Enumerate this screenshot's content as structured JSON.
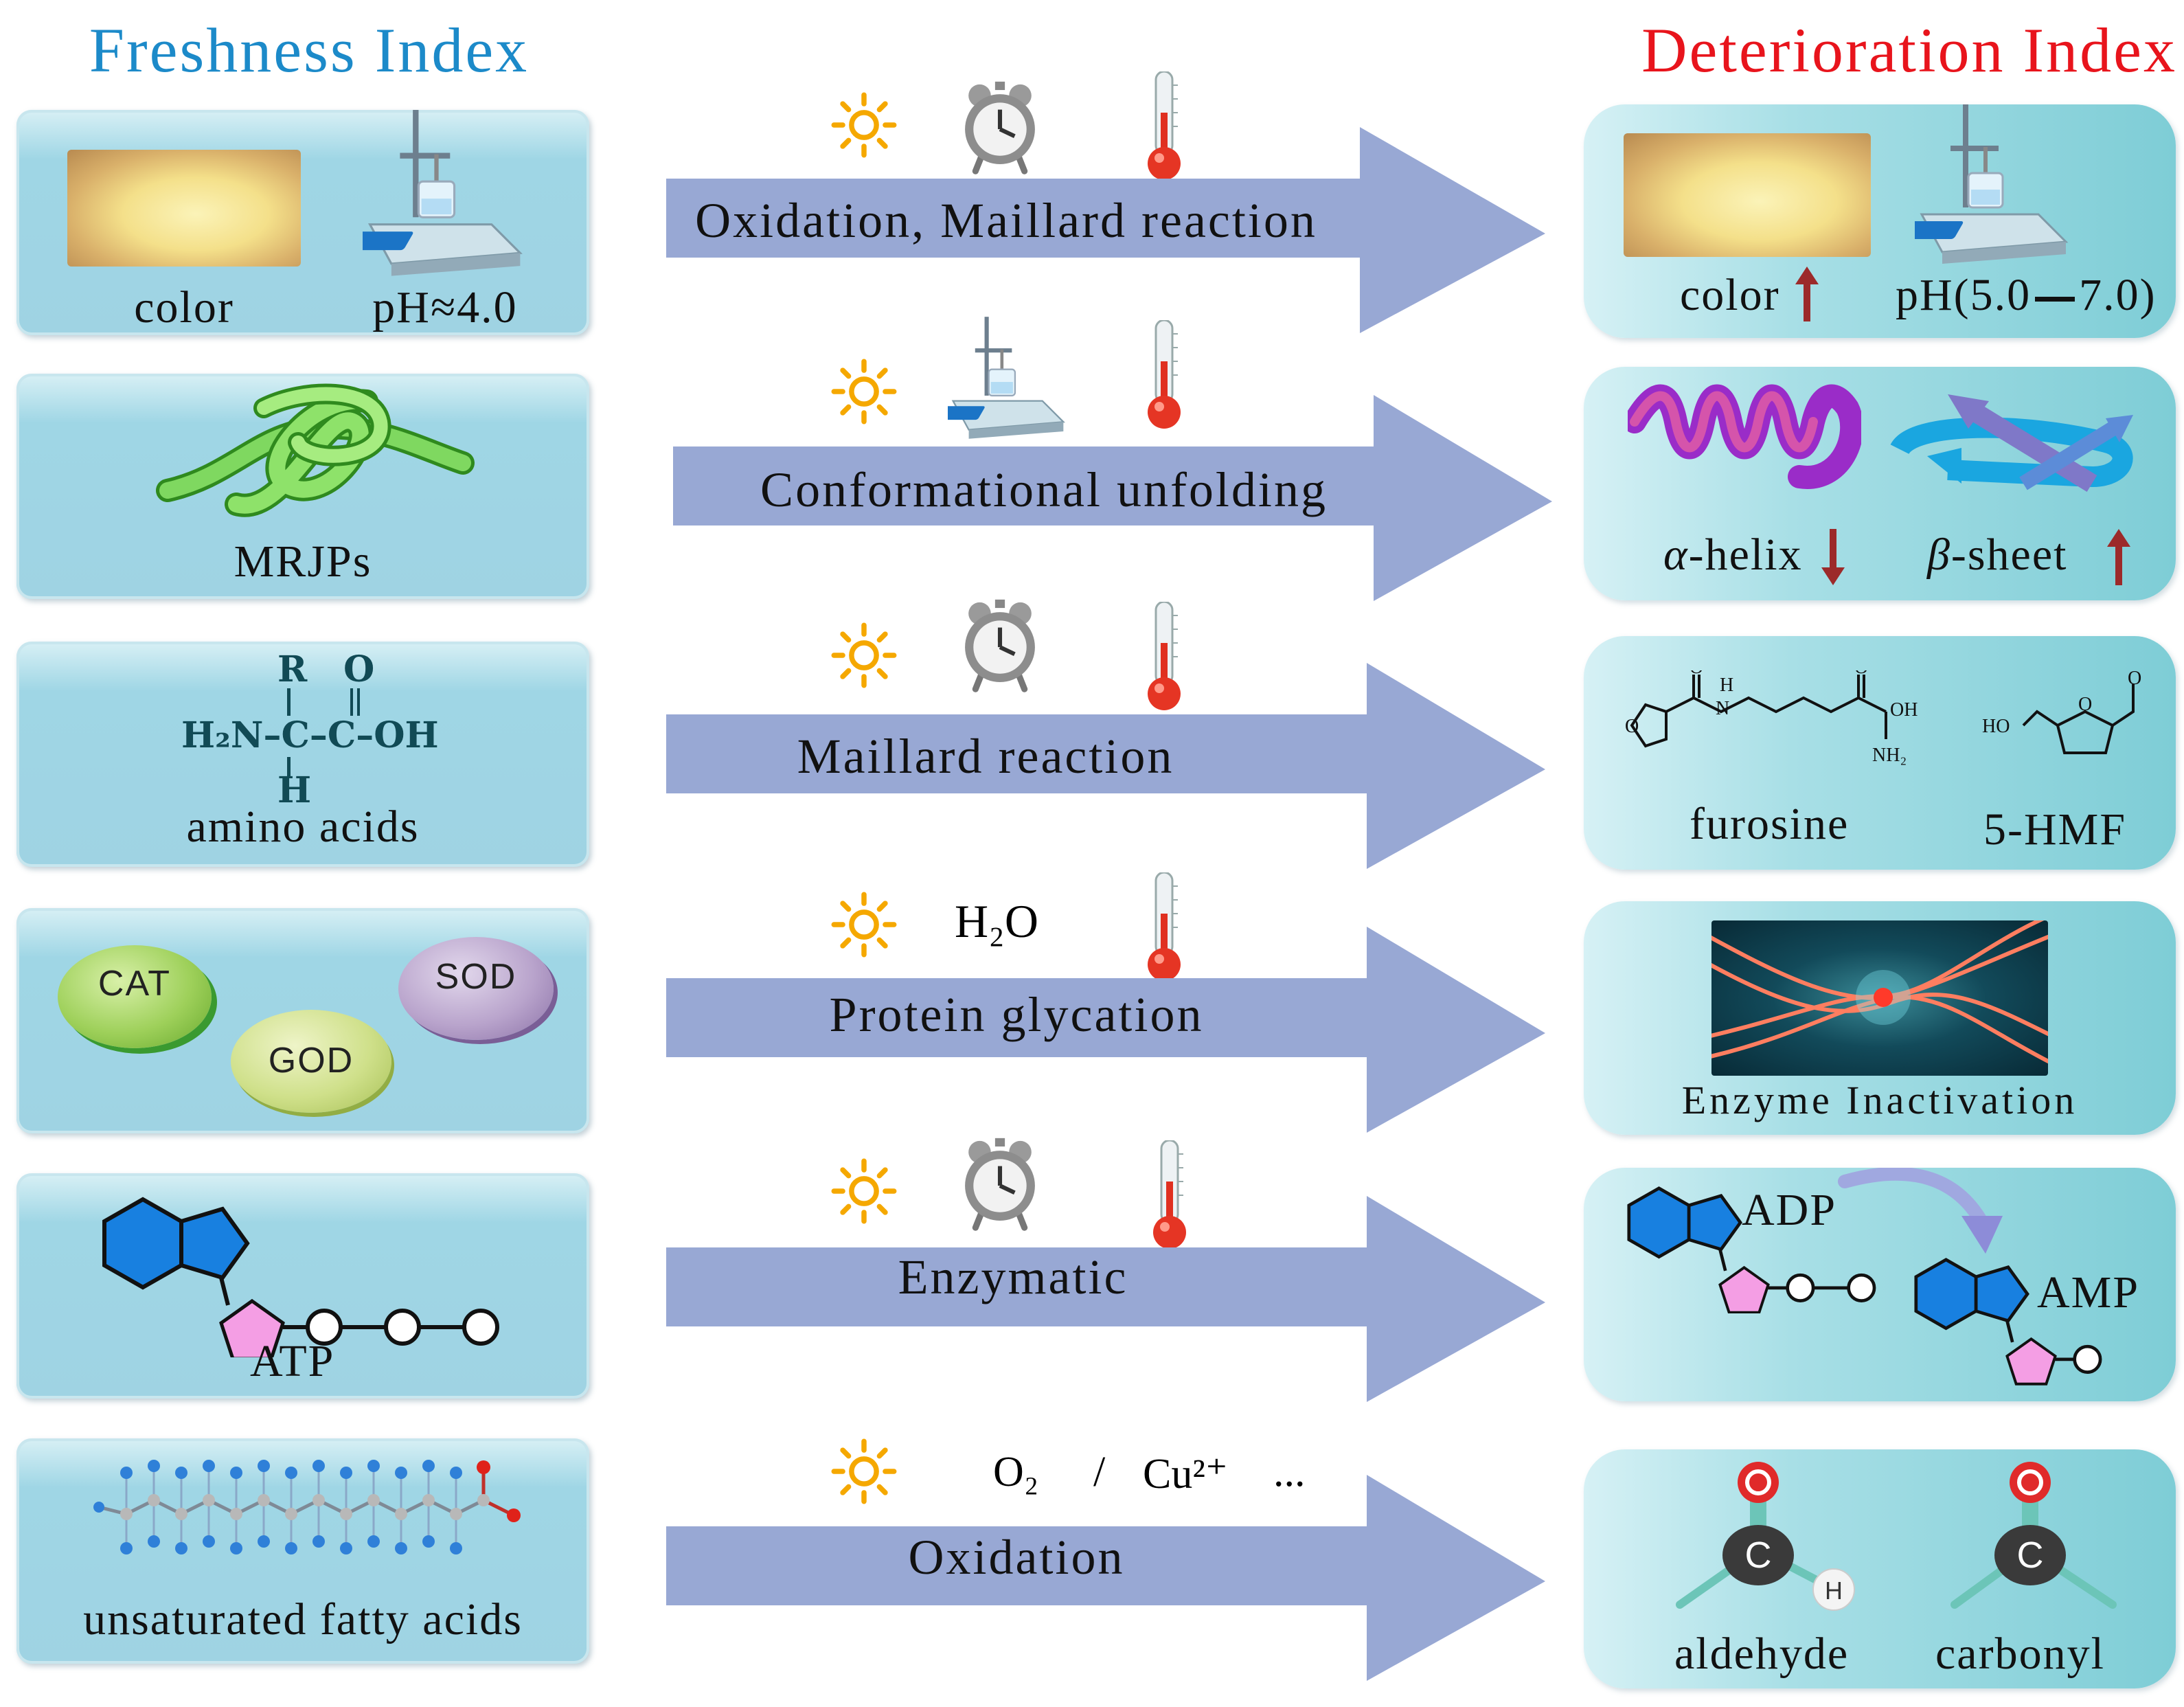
{
  "left_header": "Freshness Index",
  "right_header": "Deterioration Index",
  "colors": {
    "left_header": "#1c8ac9",
    "right_header": "#e8141c",
    "arrow": "#98a8d4"
  },
  "rows": [
    {
      "freshness": {
        "items": [
          "color",
          "pH≈4.0"
        ],
        "icons": [
          "royal-jelly-photo",
          "ph-meter-icon"
        ]
      },
      "conditions": [
        "sun-icon",
        "alarm-clock-icon",
        "thermometer-icon"
      ],
      "process": "Oxidation, Maillard reaction",
      "deterioration": {
        "items": [
          "color",
          "pH(5.0",
          "7.0)"
        ],
        "trends": [
          "up"
        ]
      }
    },
    {
      "freshness": {
        "items": [
          "MRJPs"
        ],
        "icons": [
          "protein-ribbon-icon"
        ]
      },
      "conditions": [
        "sun-icon",
        "ph-meter-icon",
        "thermometer-icon"
      ],
      "process": "Conformational unfolding",
      "deterioration": {
        "items": [
          "α-helix",
          "β-sheet"
        ],
        "alpha": "α",
        "alpha_rest": "-helix",
        "beta": "β",
        "beta_rest": "-sheet",
        "trends": [
          "down",
          "up"
        ]
      }
    },
    {
      "freshness": {
        "items": [
          "amino acids"
        ],
        "formula": {
          "r": "R",
          "o": "O",
          "h2n": "H₂N–C–C–OH",
          "h": "H"
        }
      },
      "conditions": [
        "sun-icon",
        "alarm-clock-icon",
        "thermometer-icon"
      ],
      "process": "Maillard reaction",
      "deterioration": {
        "items": [
          "furosine",
          "5-HMF"
        ],
        "atoms": {
          "o": "O",
          "h": "H",
          "n": "N",
          "oh": "OH",
          "nh2": "NH₂",
          "ho": "HO"
        }
      }
    },
    {
      "freshness": {
        "items": [
          "CAT",
          "SOD",
          "GOD"
        ]
      },
      "conditions": [
        "sun-icon",
        "H₂O",
        "thermometer-icon"
      ],
      "process": "Protein glycation",
      "deterioration": {
        "items": [
          "Enzyme Inactivation"
        ]
      }
    },
    {
      "freshness": {
        "items": [
          "ATP"
        ]
      },
      "conditions": [
        "sun-icon",
        "alarm-clock-icon",
        "thermometer-icon"
      ],
      "process": "Enzymatic",
      "deterioration": {
        "items": [
          "ADP",
          "AMP"
        ]
      }
    },
    {
      "freshness": {
        "items": [
          "unsaturated fatty acids"
        ]
      },
      "conditions": [
        "sun-icon",
        "O₂",
        "/",
        "Cu²⁺",
        "..."
      ],
      "process": "Oxidation",
      "deterioration": {
        "items": [
          "aldehyde",
          "carbonyl"
        ],
        "atoms": {
          "c": "C",
          "o": "O",
          "h": "H"
        }
      }
    }
  ]
}
